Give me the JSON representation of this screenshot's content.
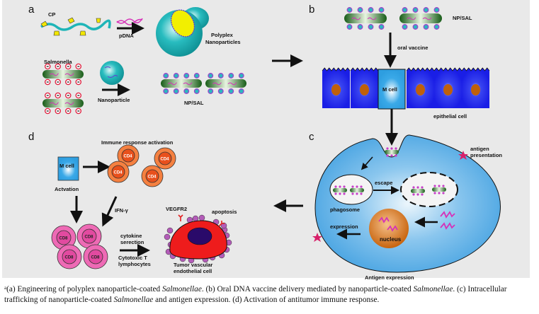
{
  "figure": {
    "panels": {
      "a": {
        "letter": "a",
        "cp_label": "CP",
        "pdna_label": "pDNA",
        "polyplex_label_line1": "Polyplex",
        "polyplex_label_line2": "Nanoparticles",
        "salmonella_label": "Salmonella",
        "nanoparticle_label": "Nanoparticle",
        "npsal_label": "NP/SAL"
      },
      "b": {
        "letter": "b",
        "npsal_label": "NP/SAL",
        "oral_vaccine_label": "oral vaccine",
        "m_cell_label": "M cell",
        "epithelial_label": "epithelial cell"
      },
      "c": {
        "letter": "c",
        "antigen_presentation_line1": "antigen",
        "antigen_presentation_line2": "presentation",
        "escape_label": "escape",
        "phagosome_label": "phagosome",
        "expression_label": "expression",
        "nucleus_label": "nucleus",
        "antigen_expression_label": "Antigen expression"
      },
      "d": {
        "letter": "d",
        "title": "Immune response activation",
        "m_cell_label": "M cell",
        "activation_label": "Actvation",
        "cd4_labels": [
          "CD4",
          "CD4",
          "CD4",
          "CD4"
        ],
        "ifn_label": "IFN-γ",
        "cd8_labels": [
          "CD8",
          "CD8",
          "CD8",
          "CD8"
        ],
        "cytokine_line1": "cytokine",
        "cytokine_line2": "serection",
        "ctl_line1": "Cytotoxic T",
        "ctl_line2": "lymphocytes",
        "vegfr2_label": "VEGFR2",
        "apoptosis_label": "apoptosis",
        "tumor_line1": "Tumor vascular",
        "tumor_line2": "endothelial cell"
      }
    },
    "colors": {
      "background": "#e9e9e9",
      "teal": "#1fb5b8",
      "yellow": "#f2ef00",
      "magenta": "#d631b8",
      "bacteria_green": "#1f6b1f",
      "epithelial_blue": "#1a1ee6",
      "m_cell_blue": "#3aa9e8",
      "nucleus_orange": "#c0600a",
      "cell_blue": "#4fa8e0",
      "cd4_orange": "#f07030",
      "cd8_pink": "#e85aa8",
      "tumor_red": "#ee1c1c",
      "tumor_nucleus": "#2a0a6a",
      "bleb_purple": "#b35cb8",
      "star": "#d8206a"
    }
  },
  "caption": {
    "marker": "a",
    "segments": [
      {
        "text": "(a) Engineering of polyplex nanoparticle-coated ",
        "italic": false
      },
      {
        "text": "Salmonellae",
        "italic": true
      },
      {
        "text": ". (b) Oral DNA vaccine delivery mediated by nanoparticle-coated ",
        "italic": false
      },
      {
        "text": "Salmonellae",
        "italic": true
      },
      {
        "text": ". (c) Intracellular trafficking of nanoparticle-coated ",
        "italic": false
      },
      {
        "text": "Salmonellae",
        "italic": true
      },
      {
        "text": " and antigen expression. (d) Activation of antitumor immune response.",
        "italic": false
      }
    ]
  }
}
